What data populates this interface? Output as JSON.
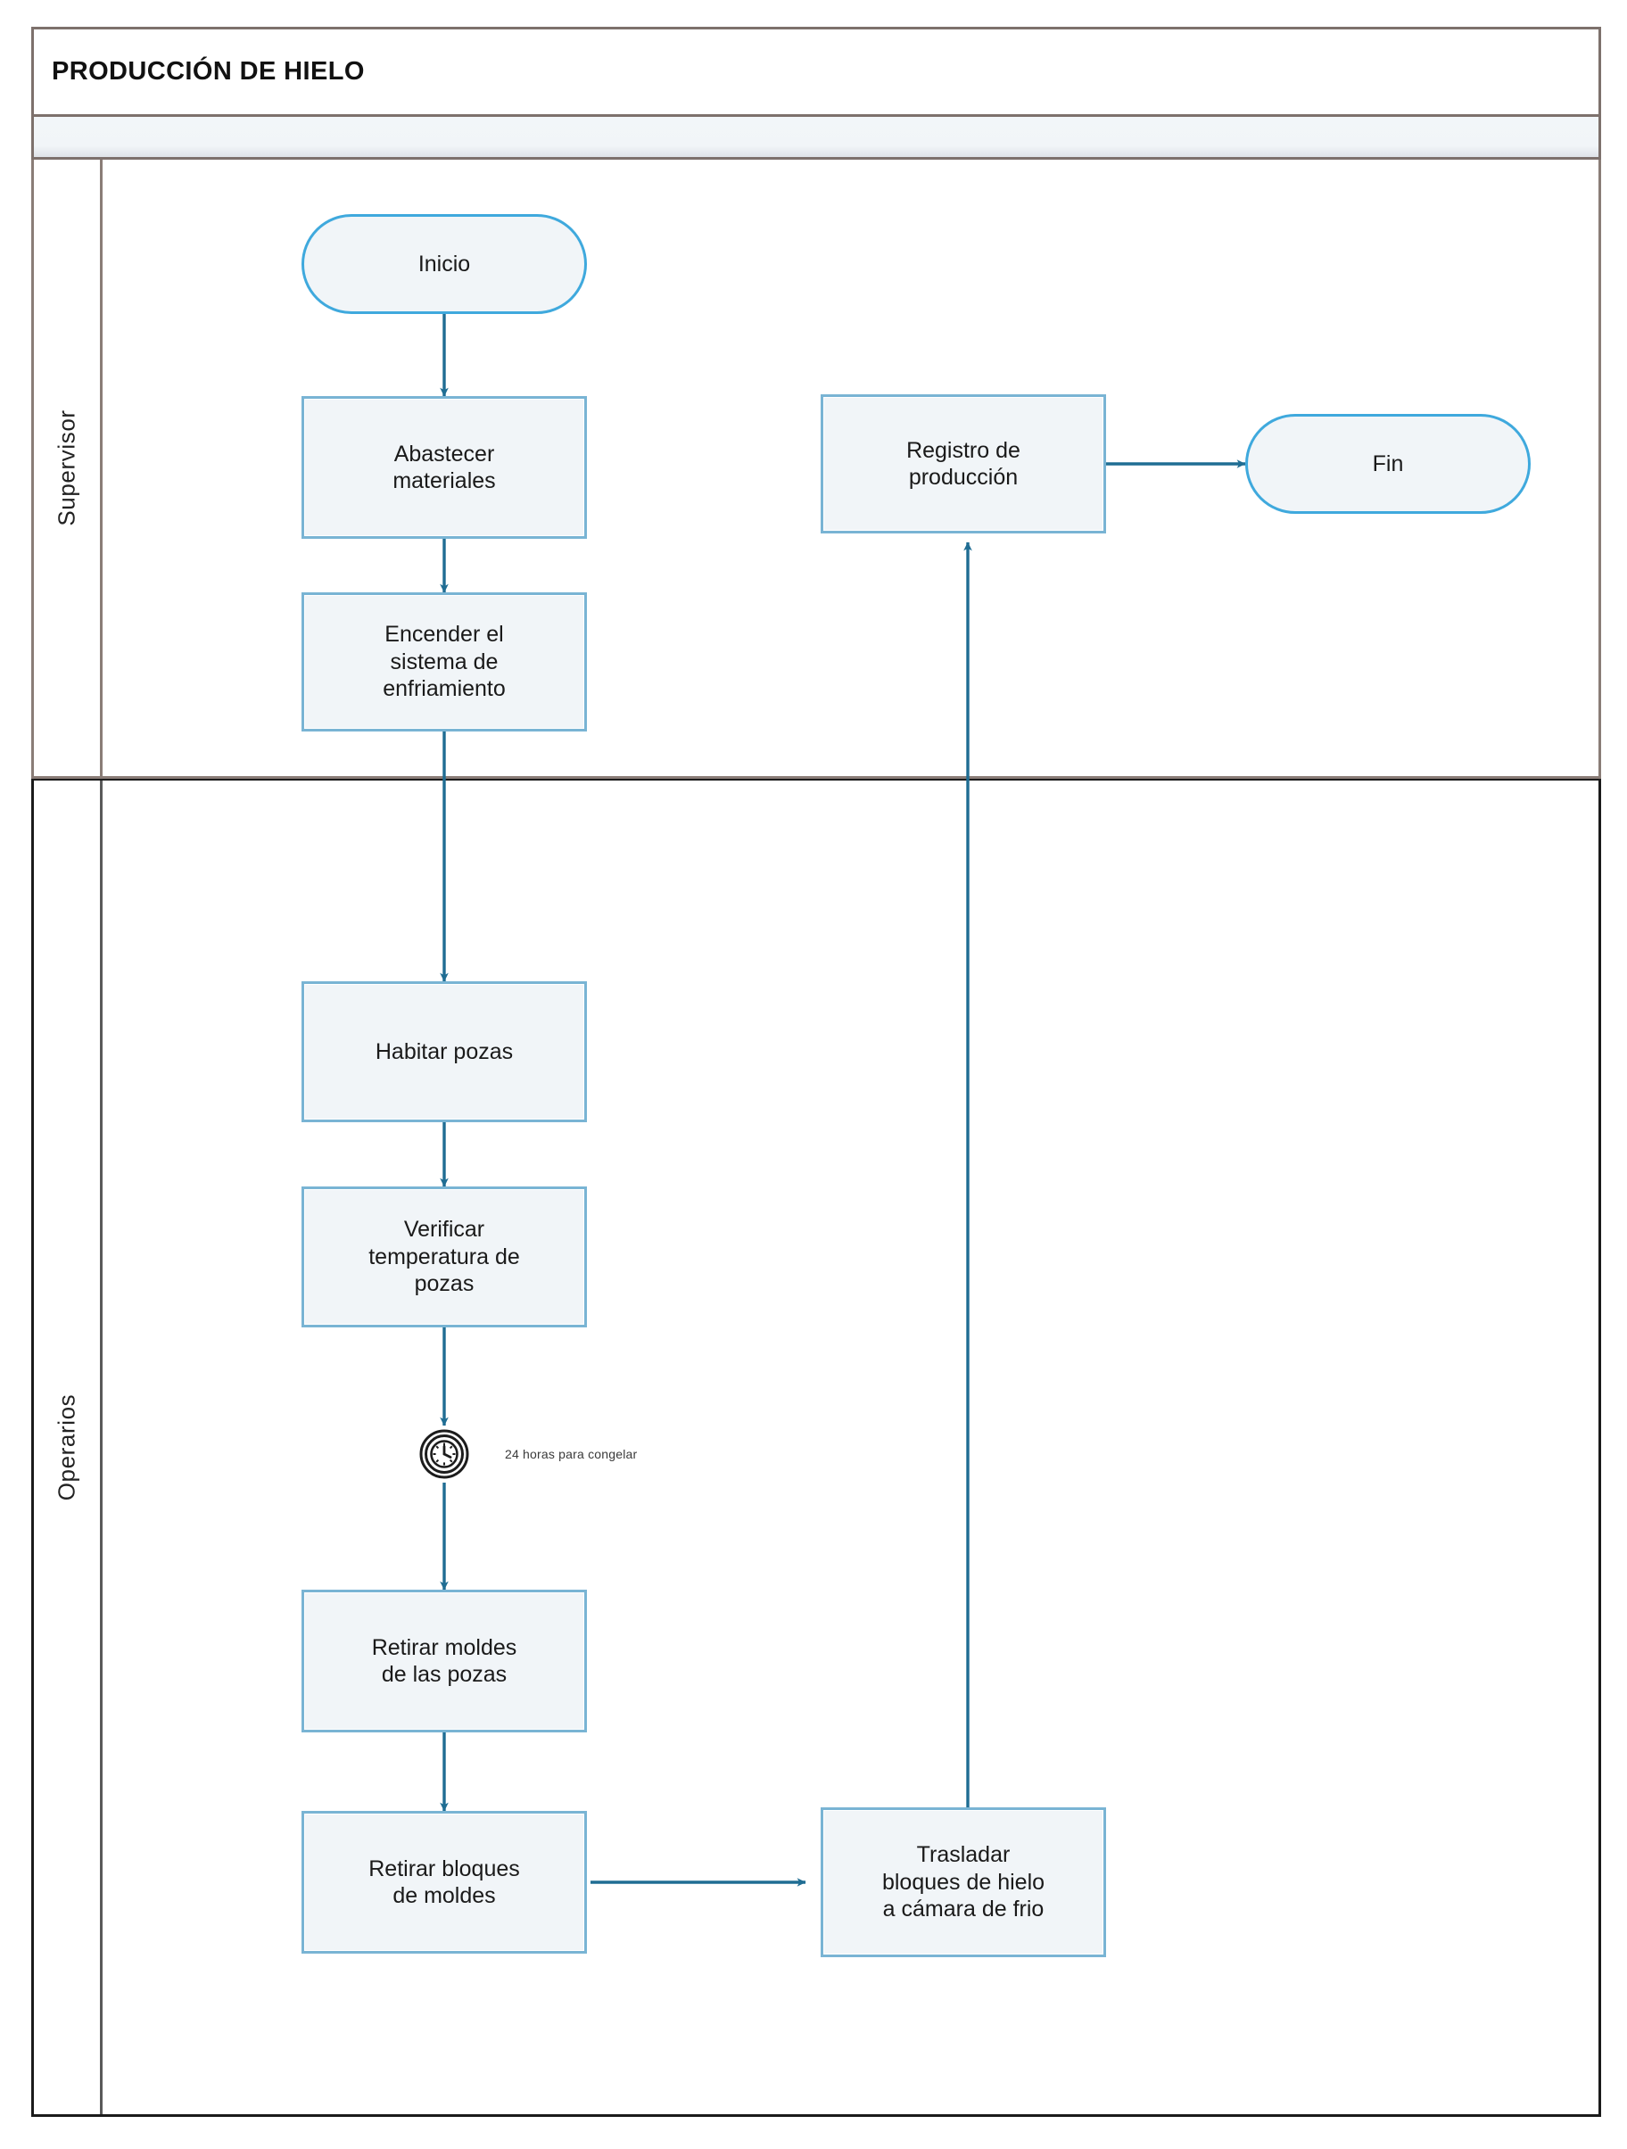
{
  "pool": {
    "title": "PRODUCCIÓN DE HIELO"
  },
  "lanes": [
    {
      "id": "supervisor",
      "label": "Supervisor"
    },
    {
      "id": "operarios",
      "label": "Operarios"
    }
  ],
  "nodes": {
    "inicio": {
      "label": "Inicio",
      "type": "start-event"
    },
    "abastecer": {
      "label": "Abastecer\nmateriales",
      "line1": "Abastecer",
      "line2": "materiales",
      "type": "task"
    },
    "encender": {
      "line1": "Encender el",
      "line2": "sistema de",
      "line3": "enfriamiento",
      "type": "task"
    },
    "registro": {
      "line1": "Registro de",
      "line2": "producción",
      "type": "task"
    },
    "fin": {
      "label": "Fin",
      "type": "end-event"
    },
    "habitar": {
      "line1": "Habitar pozas",
      "type": "task"
    },
    "verificar": {
      "line1": "Verificar",
      "line2": "temperatura de",
      "line3": "pozas",
      "type": "task"
    },
    "retirar_moldes": {
      "line1": "Retirar moldes",
      "line2": "de las pozas",
      "type": "task"
    },
    "retirar_bloques": {
      "line1": "Retirar bloques",
      "line2": "de moldes",
      "type": "task"
    },
    "trasladar": {
      "line1": "Trasladar",
      "line2": "bloques de hielo",
      "line3": "a cámara de  frio",
      "type": "task"
    }
  },
  "timer_event": {
    "icon": "clock-timer-icon",
    "label": "24 horas para congelar"
  },
  "colors": {
    "pool_border": "#7d716c",
    "lane_border_supervisor": "#8a7d77",
    "lane_border_operarios": "#1b1b1b",
    "band_fill": "#f1f5f8",
    "node_fill": "#f1f5f8",
    "node_border": "#79b4d4",
    "event_border": "#3fa9dd",
    "connector": "#1f6d93"
  }
}
